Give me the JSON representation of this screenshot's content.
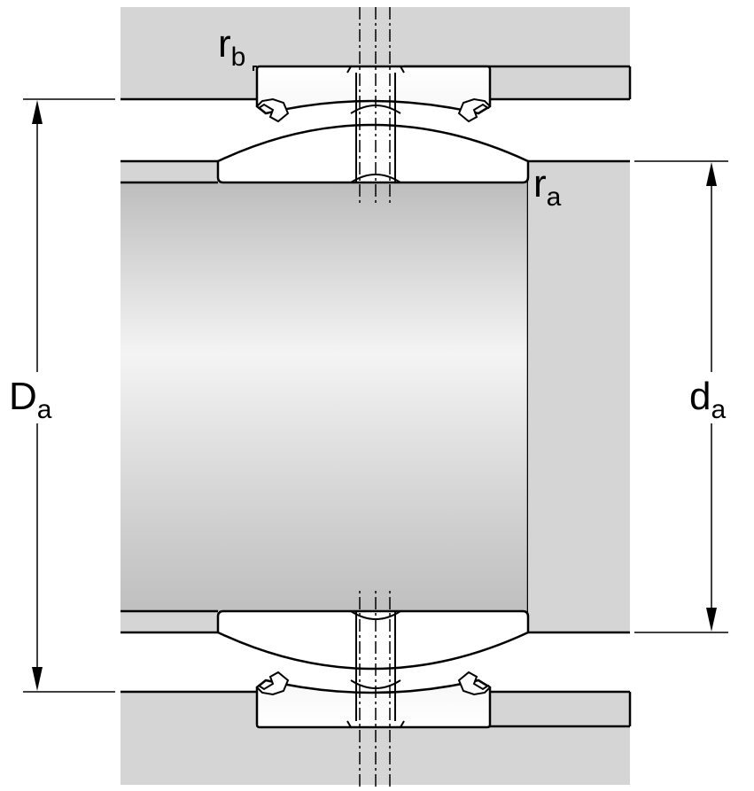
{
  "labels": {
    "Da": {
      "main": "D",
      "sub": "a"
    },
    "da": {
      "main": "d",
      "sub": "a"
    },
    "ra": {
      "main": "r",
      "sub": "a"
    },
    "rb": {
      "main": "r",
      "sub": "b"
    }
  },
  "colors": {
    "housing": "#d5d5d5",
    "line": "#000000",
    "background": "#ffffff",
    "shaft_dark": "#c4c4c4",
    "shaft_light": "#f2f2f2"
  }
}
